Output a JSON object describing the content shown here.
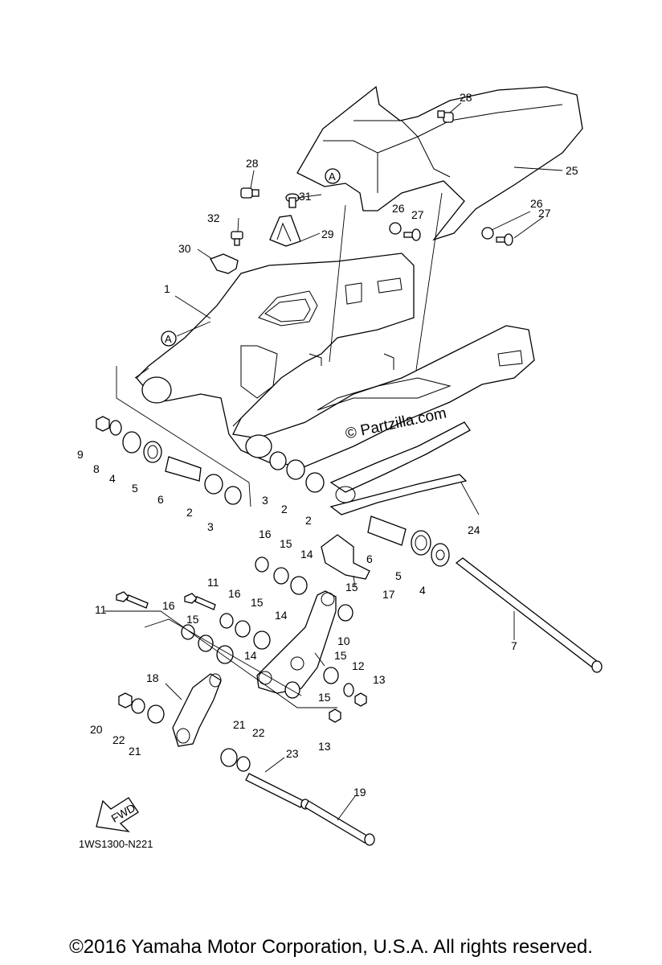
{
  "diagram": {
    "diagram_code": "1WS1300-N221",
    "watermark": "© Partzilla.com",
    "copyright": "©2016 Yamaha Motor Corporation, U.S.A. All rights reserved.",
    "fwd_label": "FWD",
    "ref_mark": "A",
    "callouts": [
      {
        "id": "c28a",
        "label": "28"
      },
      {
        "id": "c25",
        "label": "25"
      },
      {
        "id": "c28b",
        "label": "28"
      },
      {
        "id": "c31",
        "label": "31"
      },
      {
        "id": "c26a",
        "label": "26"
      },
      {
        "id": "c27a",
        "label": "27"
      },
      {
        "id": "c26b",
        "label": "26"
      },
      {
        "id": "c27b",
        "label": "27"
      },
      {
        "id": "c32",
        "label": "32"
      },
      {
        "id": "c29",
        "label": "29"
      },
      {
        "id": "c30",
        "label": "30"
      },
      {
        "id": "c1",
        "label": "1"
      },
      {
        "id": "c9",
        "label": "9"
      },
      {
        "id": "c8",
        "label": "8"
      },
      {
        "id": "c4a",
        "label": "4"
      },
      {
        "id": "c5a",
        "label": "5"
      },
      {
        "id": "c6a",
        "label": "6"
      },
      {
        "id": "c2a",
        "label": "2"
      },
      {
        "id": "c3a",
        "label": "3"
      },
      {
        "id": "c3b",
        "label": "3"
      },
      {
        "id": "c2b",
        "label": "2"
      },
      {
        "id": "c2c",
        "label": "2"
      },
      {
        "id": "c24",
        "label": "24"
      },
      {
        "id": "c16a",
        "label": "16"
      },
      {
        "id": "c15a",
        "label": "15"
      },
      {
        "id": "c14a",
        "label": "14"
      },
      {
        "id": "c6b",
        "label": "6"
      },
      {
        "id": "c5b",
        "label": "5"
      },
      {
        "id": "c4b",
        "label": "4"
      },
      {
        "id": "c17",
        "label": "17"
      },
      {
        "id": "c15b",
        "label": "15"
      },
      {
        "id": "c11a",
        "label": "11"
      },
      {
        "id": "c11b",
        "label": "11"
      },
      {
        "id": "c16b",
        "label": "16"
      },
      {
        "id": "c15c",
        "label": "15"
      },
      {
        "id": "c16c",
        "label": "16"
      },
      {
        "id": "c15d",
        "label": "15"
      },
      {
        "id": "c14b",
        "label": "14"
      },
      {
        "id": "c14c",
        "label": "14"
      },
      {
        "id": "c10",
        "label": "10"
      },
      {
        "id": "c7",
        "label": "7"
      },
      {
        "id": "c15e",
        "label": "15"
      },
      {
        "id": "c12",
        "label": "12"
      },
      {
        "id": "c13a",
        "label": "13"
      },
      {
        "id": "c15f",
        "label": "15"
      },
      {
        "id": "c18",
        "label": "18"
      },
      {
        "id": "c20",
        "label": "20"
      },
      {
        "id": "c22a",
        "label": "22"
      },
      {
        "id": "c21a",
        "label": "21"
      },
      {
        "id": "c13b",
        "label": "13"
      },
      {
        "id": "c21b",
        "label": "21"
      },
      {
        "id": "c22b",
        "label": "22"
      },
      {
        "id": "c23",
        "label": "23"
      },
      {
        "id": "c19",
        "label": "19"
      }
    ]
  }
}
